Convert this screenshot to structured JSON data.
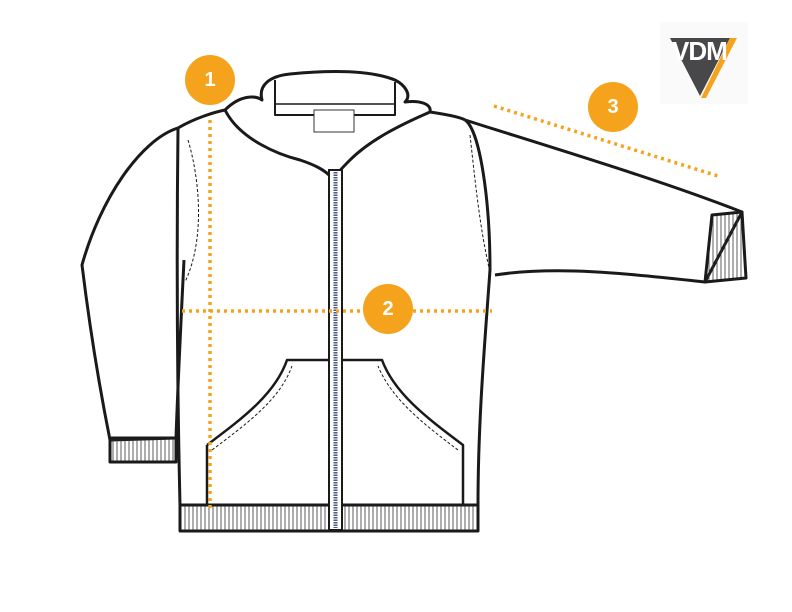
{
  "colors": {
    "accent": "#F5A31C",
    "outline": "#1a1a1a",
    "zipper": "#4a5a80",
    "logo_dark": "#48484a"
  },
  "markers": [
    {
      "label": "1"
    },
    {
      "label": "2"
    },
    {
      "label": "3"
    }
  ],
  "logo": {
    "text": "VDM"
  }
}
